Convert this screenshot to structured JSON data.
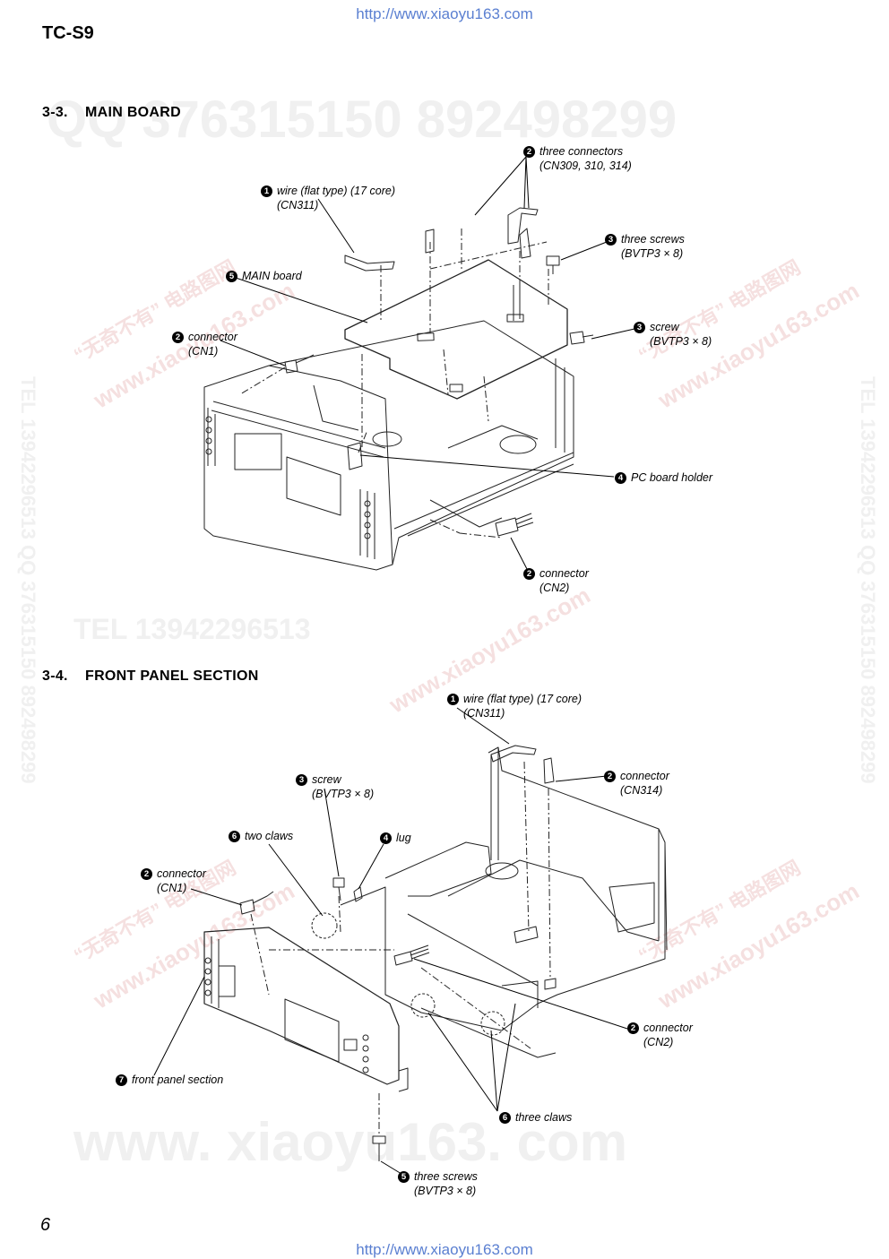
{
  "header": {
    "url": "http://www.xiaoyu163.com",
    "model": "TC-S9"
  },
  "footer": {
    "page_number": "6",
    "url": "http://www.xiaoyu163.com"
  },
  "watermarks": [
    "QQ 376315150  892498299",
    "TEL 13942296513  QQ 376315150  892498299",
    "TEL 13942296513",
    "www.xiaoyu163.com",
    "“无奇不有” 电路图网",
    "www. xiaoyu163. com"
  ],
  "section_main_board": {
    "number": "3-3.",
    "title": "MAIN  BOARD",
    "labels": {
      "three_connectors": {
        "num": "2",
        "line1": "three connectors",
        "line2": "(CN309, 310, 314)"
      },
      "wire": {
        "num": "1",
        "line1": "wire (flat type) (17 core)",
        "line2": "(CN311)"
      },
      "three_screws": {
        "num": "3",
        "line1": "three screws",
        "line2": "(BVTP3 × 8)"
      },
      "main_board": {
        "num": "5",
        "line1": "MAIN board"
      },
      "screw": {
        "num": "3",
        "line1": "screw",
        "line2": "(BVTP3 × 8)"
      },
      "connector_cn1": {
        "num": "2",
        "line1": "connector",
        "line2": "(CN1)"
      },
      "pc_board_holder": {
        "num": "4",
        "line1": "PC board holder"
      },
      "connector_cn2": {
        "num": "2",
        "line1": "connector",
        "line2": "(CN2)"
      }
    }
  },
  "section_front_panel": {
    "number": "3-4.",
    "title": "FRONT  PANEL  SECTION",
    "labels": {
      "wire": {
        "num": "1",
        "line1": "wire (flat type) (17 core)",
        "line2": "(CN311)"
      },
      "connector_cn314": {
        "num": "2",
        "line1": "connector",
        "line2": "(CN314)"
      },
      "screw": {
        "num": "3",
        "line1": "screw",
        "line2": "(BVTP3 × 8)"
      },
      "two_claws": {
        "num": "6",
        "line1": "two claws"
      },
      "lug": {
        "num": "4",
        "line1": "lug"
      },
      "connector_cn1": {
        "num": "2",
        "line1": "connector",
        "line2": "(CN1)"
      },
      "connector_cn2": {
        "num": "2",
        "line1": "connector",
        "line2": "(CN2)"
      },
      "front_panel_section": {
        "num": "7",
        "line1": "front panel section"
      },
      "three_claws": {
        "num": "6",
        "line1": "three claws"
      },
      "three_screws": {
        "num": "5",
        "line1": "three screws",
        "line2": "(BVTP3 × 8)"
      }
    }
  }
}
